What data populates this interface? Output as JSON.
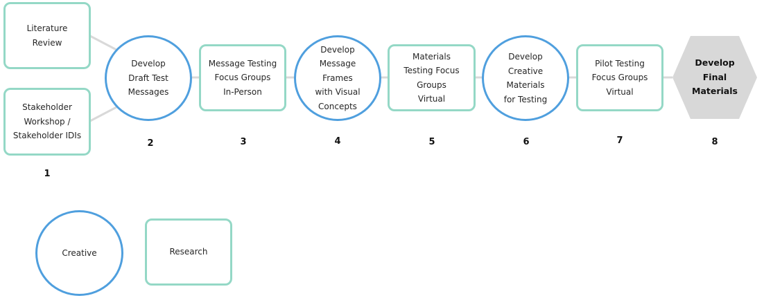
{
  "steps": [
    {
      "number": "1",
      "items": [
        {
          "label": "Literature\nReview",
          "kind": "research"
        },
        {
          "label": "Stakeholder\nWorkshop /\nStakeholder IDIs",
          "kind": "research"
        }
      ]
    },
    {
      "number": "2",
      "label": "Develop\nDraft Test\nMessages",
      "kind": "creative"
    },
    {
      "number": "3",
      "label": "Message Testing\nFocus Groups\nIn-Person",
      "kind": "research"
    },
    {
      "number": "4",
      "label": "Develop\nMessage\nFrames\nwith Visual\nConcepts",
      "kind": "creative"
    },
    {
      "number": "5",
      "label": "Materials\nTesting Focus\nGroups\nVirtual",
      "kind": "research"
    },
    {
      "number": "6",
      "label": "Develop\nCreative\nMaterials\nfor Testing",
      "kind": "creative"
    },
    {
      "number": "7",
      "label": "Pilot Testing\nFocus Groups\nVirtual",
      "kind": "research"
    },
    {
      "number": "8",
      "label": "Develop\nFinal\nMaterials",
      "kind": "final"
    }
  ],
  "legend": {
    "creative": "Creative",
    "research": "Research"
  },
  "colors": {
    "research_border": "#94d8c6",
    "creative_border": "#4f9fde",
    "final_fill": "#d8d8d8",
    "connector": "#d9d9d9"
  }
}
